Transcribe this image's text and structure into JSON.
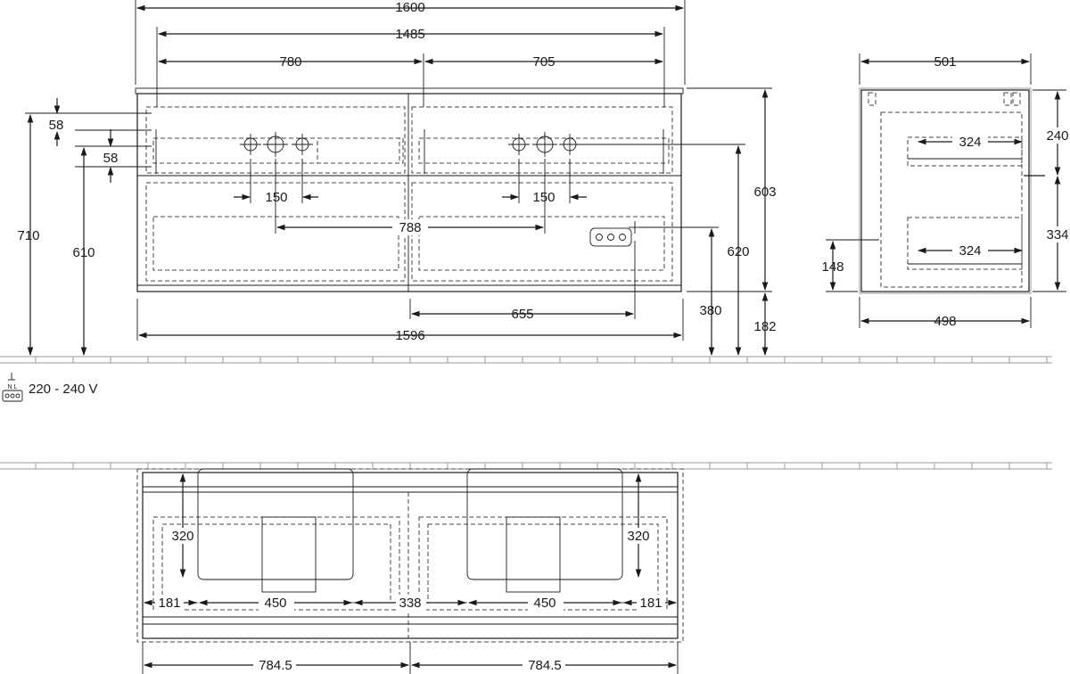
{
  "front_view": {
    "dimensions": {
      "overall_width": "1600",
      "inner_width": "1485",
      "left_basin_offset": "780",
      "right_basin_offset": "705",
      "trap_height_a": "58",
      "trap_height_b": "58",
      "total_height": "710",
      "trap_floor_height": "610",
      "left_tap_spacing": "150",
      "right_tap_spacing": "150",
      "tap_center_distance": "788",
      "carcass_height": "603",
      "right_trap_height": "620",
      "socket_height": "380",
      "socket_offset": "655",
      "plinth_height": "182",
      "bottom_width": "1596"
    }
  },
  "side_view": {
    "dimensions": {
      "top_depth": "501",
      "upper_drawer_height": "240",
      "upper_drawer_depth": "324",
      "lower_drawer_height": "334",
      "lower_drawer_depth": "324",
      "bottom_offset": "148",
      "bottom_depth": "498"
    }
  },
  "power": {
    "symbol_label": "N L",
    "voltage": "220 - 240 V"
  },
  "top_view": {
    "dimensions": {
      "left_depth": "320",
      "right_depth": "320",
      "left_edge": "181",
      "left_drawer_width": "450",
      "center_gap": "338",
      "right_drawer_width": "450",
      "right_edge": "181",
      "left_half": "784.5",
      "right_half": "784.5"
    }
  }
}
